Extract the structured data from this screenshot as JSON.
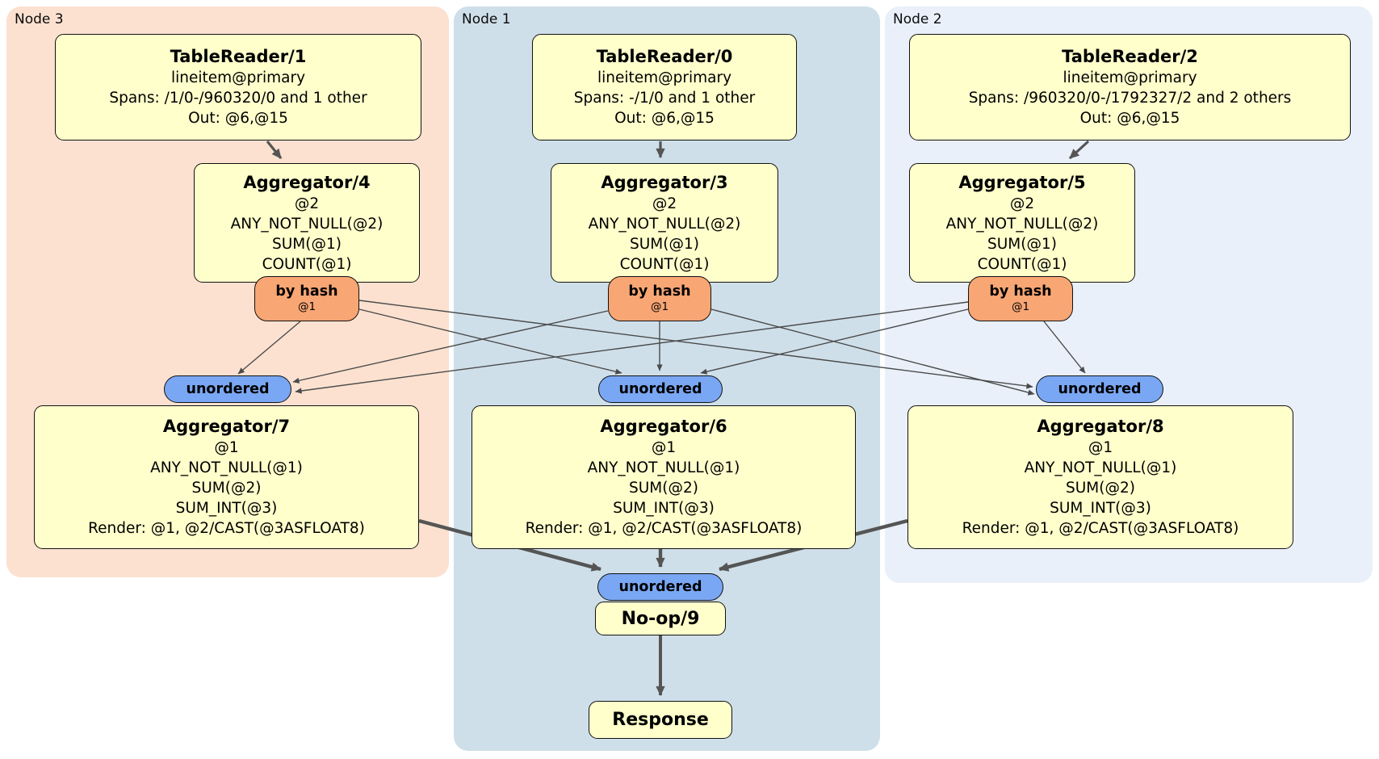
{
  "regions": {
    "node3": {
      "label": "Node 3"
    },
    "node1": {
      "label": "Node 1"
    },
    "node2": {
      "label": "Node 2"
    }
  },
  "processors": {
    "tablereader1": {
      "title": "TableReader/1",
      "lines": [
        "lineitem@primary",
        "Spans: /1/0-/960320/0 and 1 other",
        "Out: @6,@15"
      ]
    },
    "tablereader0": {
      "title": "TableReader/0",
      "lines": [
        "lineitem@primary",
        "Spans: -/1/0 and 1 other",
        "Out: @6,@15"
      ]
    },
    "tablereader2": {
      "title": "TableReader/2",
      "lines": [
        "lineitem@primary",
        "Spans: /960320/0-/1792327/2 and 2 others",
        "Out: @6,@15"
      ]
    },
    "aggregator4": {
      "title": "Aggregator/4",
      "lines": [
        "@2",
        "ANY_NOT_NULL(@2)",
        "SUM(@1)",
        "COUNT(@1)"
      ]
    },
    "aggregator3": {
      "title": "Aggregator/3",
      "lines": [
        "@2",
        "ANY_NOT_NULL(@2)",
        "SUM(@1)",
        "COUNT(@1)"
      ]
    },
    "aggregator5": {
      "title": "Aggregator/5",
      "lines": [
        "@2",
        "ANY_NOT_NULL(@2)",
        "SUM(@1)",
        "COUNT(@1)"
      ]
    },
    "aggregator7": {
      "title": "Aggregator/7",
      "lines": [
        "@1",
        "ANY_NOT_NULL(@1)",
        "SUM(@2)",
        "SUM_INT(@3)",
        "Render: @1, @2/CAST(@3ASFLOAT8)"
      ]
    },
    "aggregator6": {
      "title": "Aggregator/6",
      "lines": [
        "@1",
        "ANY_NOT_NULL(@1)",
        "SUM(@2)",
        "SUM_INT(@3)",
        "Render: @1, @2/CAST(@3ASFLOAT8)"
      ]
    },
    "aggregator8": {
      "title": "Aggregator/8",
      "lines": [
        "@1",
        "ANY_NOT_NULL(@1)",
        "SUM(@2)",
        "SUM_INT(@3)",
        "Render: @1, @2/CAST(@3ASFLOAT8)"
      ]
    },
    "noop9": {
      "title": "No-op/9"
    },
    "response": {
      "title": "Response"
    }
  },
  "router": {
    "label": "by hash",
    "stream": "@1"
  },
  "sync": {
    "label": "unordered"
  },
  "colors": {
    "region_node3": "#fce1d0",
    "region_node1": "#cfdfe9",
    "region_node2": "#e9f0fa",
    "processor_fill": "#ffffcc",
    "router_fill": "#f8a674",
    "sync_fill": "#7aa7f3",
    "border": "#111111",
    "edge_thin": "#4a4a4a",
    "edge_thick": "#555555"
  }
}
